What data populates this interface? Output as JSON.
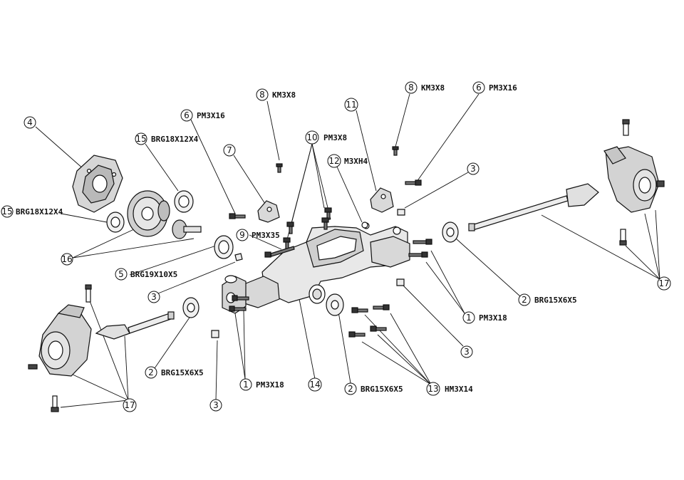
{
  "callouts": [
    {
      "id": "c4",
      "num": "4",
      "code": ""
    },
    {
      "id": "c15a",
      "num": "15",
      "code": "BRG18X12X4"
    },
    {
      "id": "c15b",
      "num": "15",
      "code": "BRG18X12X4"
    },
    {
      "id": "c16",
      "num": "16",
      "code": ""
    },
    {
      "id": "c6a",
      "num": "6",
      "code": "PM3X16"
    },
    {
      "id": "c7",
      "num": "7",
      "code": ""
    },
    {
      "id": "c8a",
      "num": "8",
      "code": "KM3X8"
    },
    {
      "id": "c10",
      "num": "10",
      "code": "PM3X8"
    },
    {
      "id": "c12",
      "num": "12",
      "code": "M3XH4"
    },
    {
      "id": "c11",
      "num": "11",
      "code": ""
    },
    {
      "id": "c8b",
      "num": "8",
      "code": "KM3X8"
    },
    {
      "id": "c6b",
      "num": "6",
      "code": "PM3X16"
    },
    {
      "id": "c3a",
      "num": "3",
      "code": ""
    },
    {
      "id": "c9",
      "num": "9",
      "code": "PM3X35"
    },
    {
      "id": "c5",
      "num": "5",
      "code": "BRG19X10X5"
    },
    {
      "id": "c3b",
      "num": "3",
      "code": ""
    },
    {
      "id": "c2a",
      "num": "2",
      "code": "BRG15X6X5"
    },
    {
      "id": "c1a",
      "num": "1",
      "code": "PM3X18"
    },
    {
      "id": "c14",
      "num": "14",
      "code": ""
    },
    {
      "id": "c2b",
      "num": "2",
      "code": "BRG15X6X5"
    },
    {
      "id": "c13",
      "num": "13",
      "code": "HM3X14"
    },
    {
      "id": "c3c",
      "num": "3",
      "code": ""
    },
    {
      "id": "c1b",
      "num": "1",
      "code": "PM3X18"
    },
    {
      "id": "c2c",
      "num": "2",
      "code": "BRG15X6X5"
    },
    {
      "id": "c3d",
      "num": "3",
      "code": ""
    },
    {
      "id": "c17a",
      "num": "17",
      "code": ""
    },
    {
      "id": "c17b",
      "num": "17",
      "code": ""
    }
  ]
}
